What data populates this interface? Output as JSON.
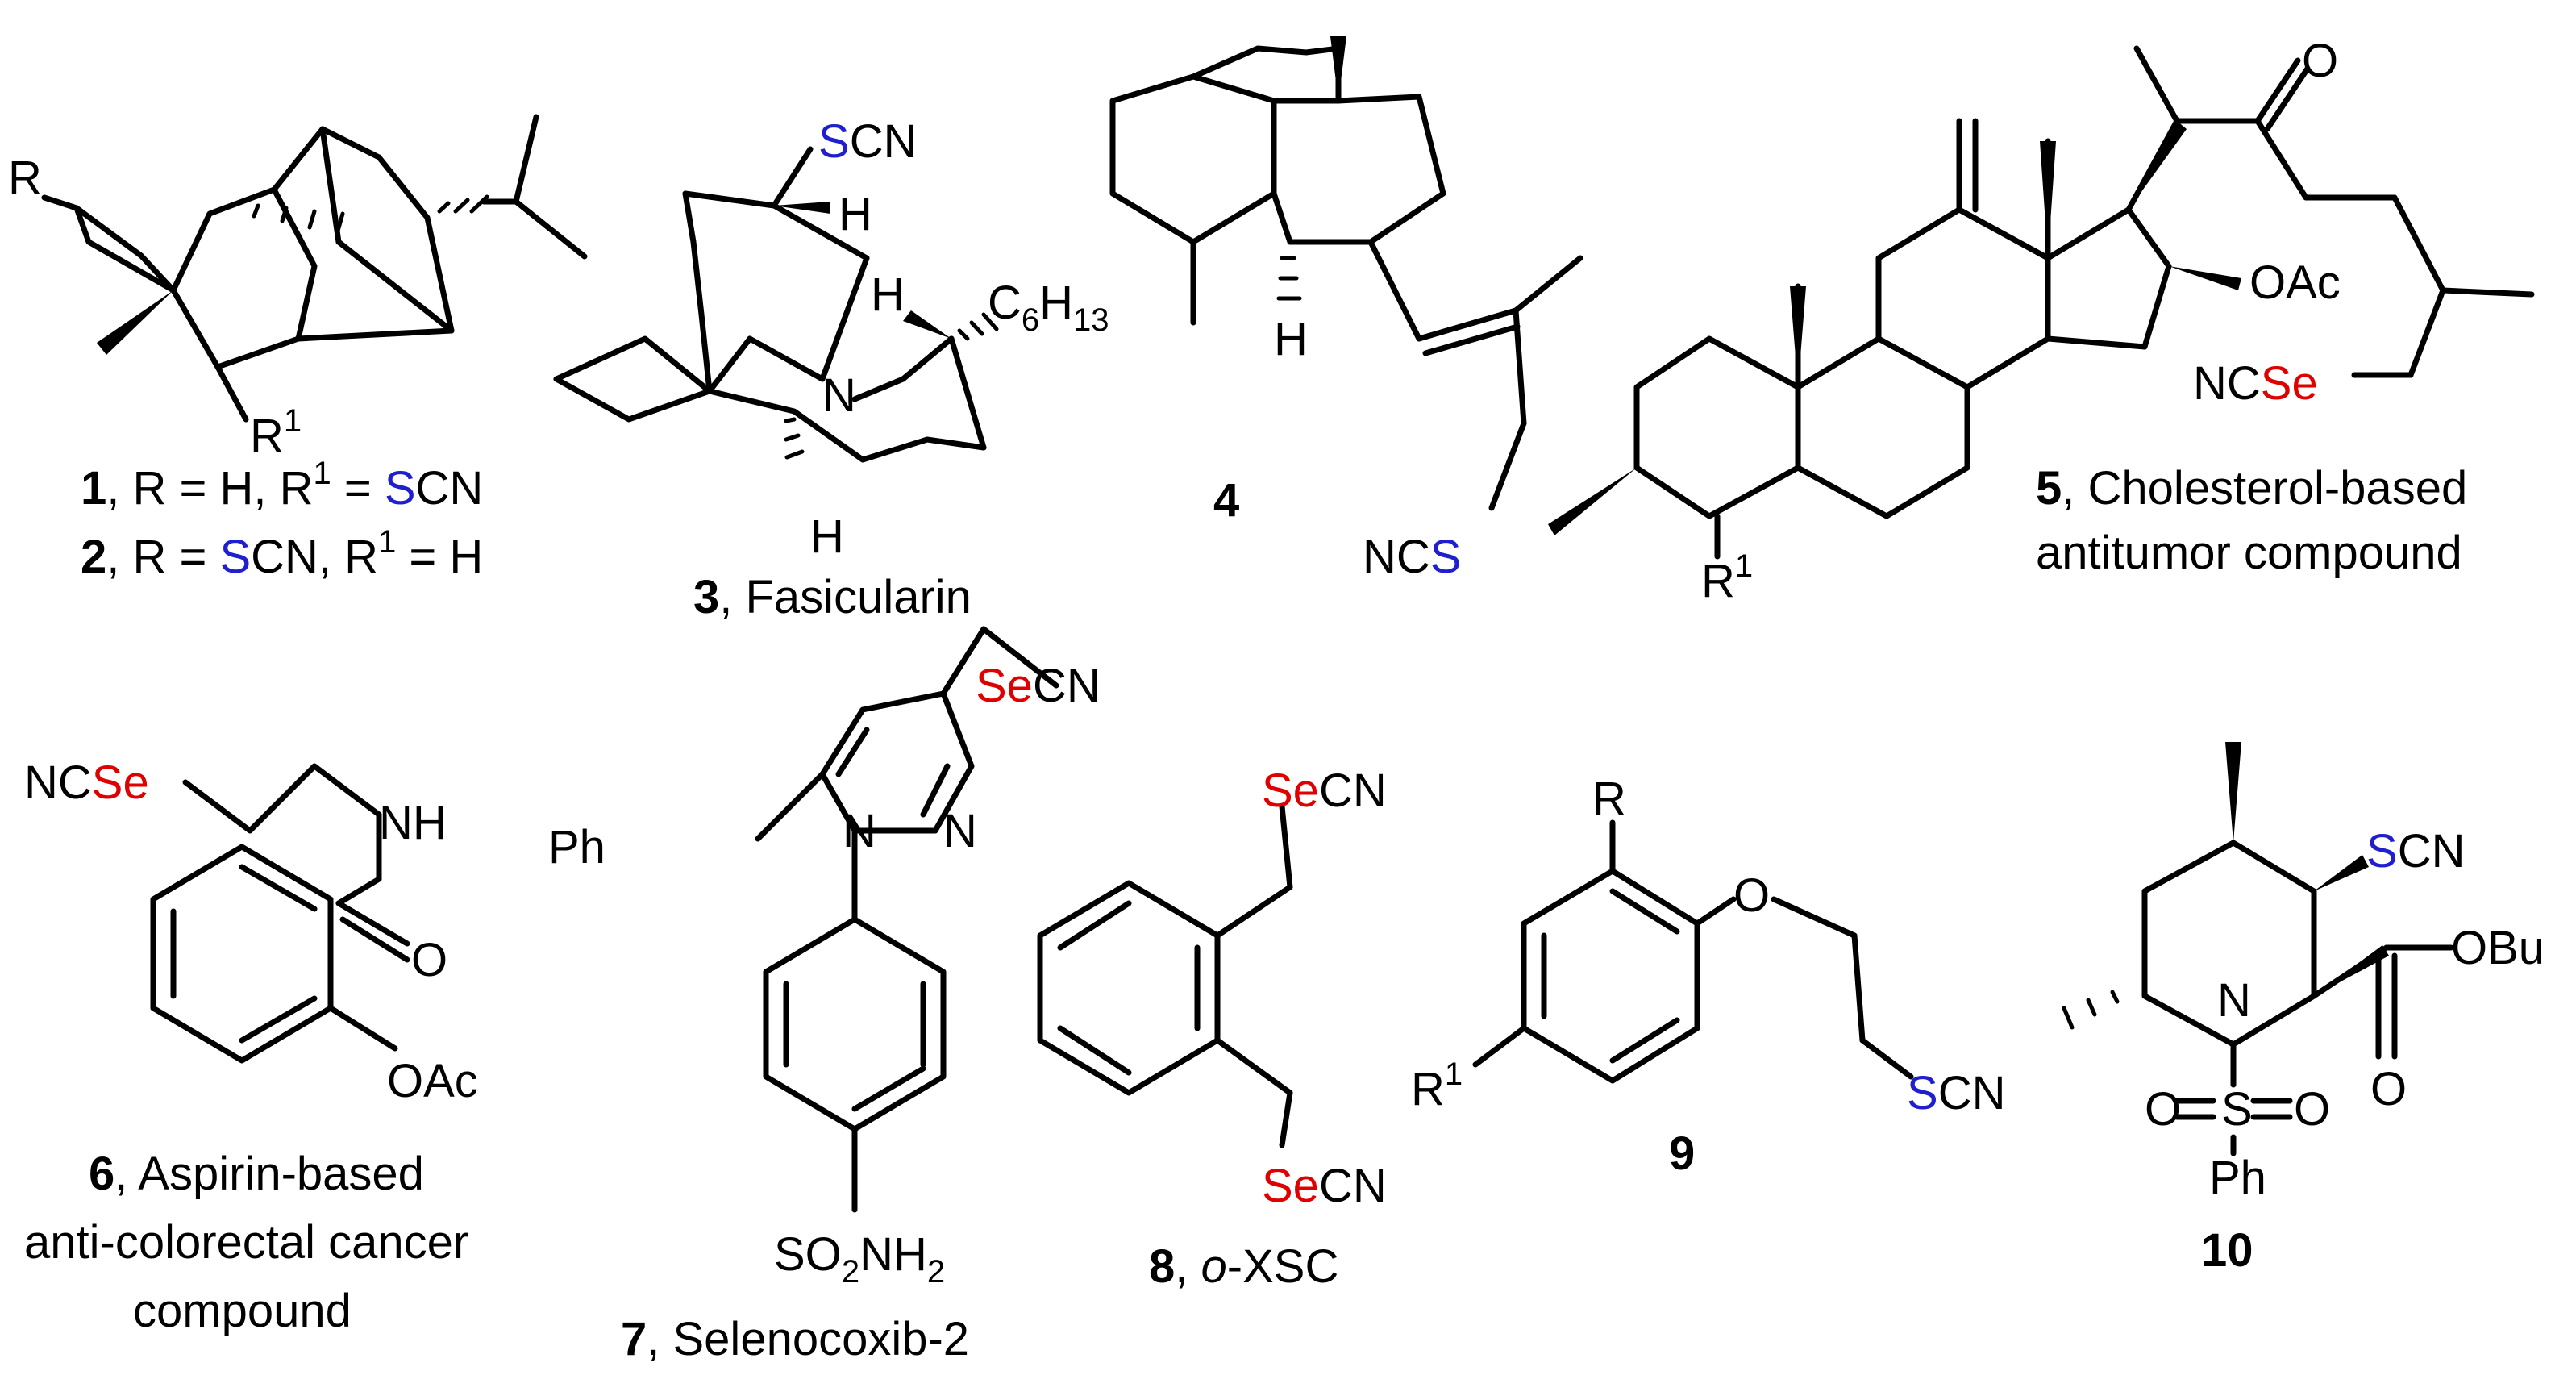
{
  "title": "",
  "colors": {
    "sulfur": "#1f1fd0",
    "selenium": "#e00000",
    "bond": "#000000"
  },
  "compounds": {
    "c1": {
      "num": "1",
      "caption": ", R = H, R",
      "sup": "1",
      "tail": " = ",
      "el": "S",
      "rest": "CN"
    },
    "c2": {
      "num": "2",
      "caption": ", R = ",
      "el": "S",
      "mid": "CN, R",
      "sup": "1",
      "tail": " = H"
    },
    "c3": {
      "num": "3",
      "caption": ", Fasicularin"
    },
    "c4": {
      "num": "4"
    },
    "c5": {
      "num": "5",
      "caption_l1": ", Cholesterol-based",
      "caption_l2": "antitumor compound"
    },
    "c6": {
      "num": "6",
      "caption_l1": ", Aspirin-based",
      "caption_l2": "anti-colorectal cancer",
      "caption_l3": "compound"
    },
    "c7": {
      "num": "7",
      "caption": ", Selenocoxib-2"
    },
    "c8": {
      "num": "8",
      "caption_pre": ", ",
      "caption_it": "o",
      "caption": "-XSC"
    },
    "c9": {
      "num": "9"
    },
    "c10": {
      "num": "10"
    }
  },
  "atoms": {
    "R": "R",
    "R1": "R",
    "sup1": "1",
    "S": "S",
    "Se": "Se",
    "CN": "CN",
    "NC": "NC",
    "H": "H",
    "N": "N",
    "O": "O",
    "C6": "C",
    "six": "6",
    "H13": "H",
    "thirteen": "13",
    "OAc": "OAc",
    "NH": "NH",
    "Ph": "Ph",
    "SO2": "SO",
    "two": "2",
    "NH2": "NH",
    "OBu": "OBu"
  }
}
